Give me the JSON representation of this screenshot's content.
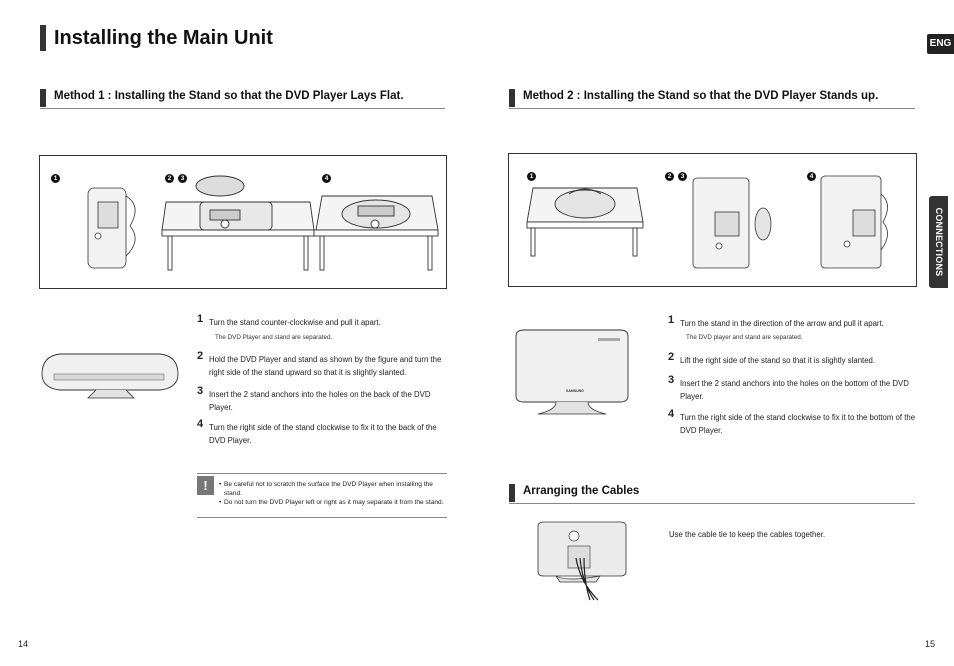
{
  "header": {
    "title": "Installing the Main Unit",
    "lang_badge": "ENG"
  },
  "side_tab": {
    "label": "CONNECTIONS"
  },
  "method1": {
    "heading": "Method 1 : Installing the Stand so that the DVD Player Lays Flat.",
    "fig_labels": [
      "1",
      "2",
      "3",
      "4"
    ],
    "steps": [
      {
        "num": "1",
        "text": "Turn the stand counter-clockwise and pull it apart.",
        "note": "The DVD Player and stand are separated."
      },
      {
        "num": "2",
        "text": "Hold the DVD Player and stand as shown by the figure and turn the right side of the stand upward so that it is slightly slanted."
      },
      {
        "num": "3",
        "text": "Insert the 2 stand anchors into the holes on the back of the DVD Player."
      },
      {
        "num": "4",
        "text": "Turn the right side of the stand clockwise to fix it to the back of the DVD Player."
      }
    ],
    "caution": {
      "icon": "!",
      "items": [
        "Be careful not to scratch the surface the DVD Player when installing the stand.",
        "Do not turn the DVD Player left or right as it may separate it from the stand."
      ]
    }
  },
  "method2": {
    "heading": "Method 2 : Installing the Stand so that the DVD Player Stands up.",
    "fig_labels": [
      "1",
      "2",
      "3",
      "4"
    ],
    "brand": "SAMSUNG",
    "steps": [
      {
        "num": "1",
        "text": "Turn the stand in the direction of the arrow and pull it apart.",
        "note": "The DVD player and stand are separated."
      },
      {
        "num": "2",
        "text": "Lift the right side of the stand so that it is slightly slanted."
      },
      {
        "num": "3",
        "text": "Insert the 2 stand anchors into the holes on the bottom of the DVD Player."
      },
      {
        "num": "4",
        "text": "Turn the right side of the stand clockwise to fix it to the bottom of the DVD Player."
      }
    ]
  },
  "cables": {
    "heading": "Arranging the Cables",
    "text": "Use the cable tie to keep the cables together."
  },
  "footer": {
    "left_page": "14",
    "right_page": "15"
  }
}
